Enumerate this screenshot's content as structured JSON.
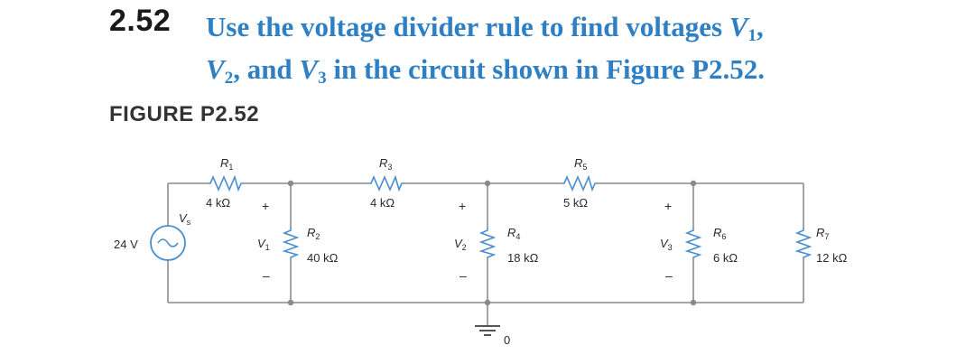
{
  "problem": {
    "number": "2.52",
    "line1_prefix": "Use the voltage divider rule to find voltages ",
    "v1_var": "V",
    "v1_sub": "1",
    "line1_suffix": ",",
    "v2_var": "V",
    "v2_sub": "2",
    "line2_mid": ", and ",
    "v3_var": "V",
    "v3_sub": "3",
    "line2_suffix": " in the circuit shown in Figure P2.52."
  },
  "figure": {
    "label": "FIGURE P2.52",
    "source": {
      "value": "24 V",
      "name": "V",
      "name_sub": "s"
    },
    "resistors": [
      {
        "name": "R",
        "sub": "1",
        "value": "4 kΩ"
      },
      {
        "name": "R",
        "sub": "2",
        "value": "40 kΩ"
      },
      {
        "name": "R",
        "sub": "3",
        "value": "4 kΩ"
      },
      {
        "name": "R",
        "sub": "4",
        "value": "18 kΩ"
      },
      {
        "name": "R",
        "sub": "5",
        "value": "5 kΩ"
      },
      {
        "name": "R",
        "sub": "6",
        "value": "6 kΩ"
      },
      {
        "name": "R",
        "sub": "7",
        "value": "12 kΩ"
      }
    ],
    "voltages": [
      {
        "name": "V",
        "sub": "1",
        "plus": "+",
        "minus": "–"
      },
      {
        "name": "V",
        "sub": "2",
        "plus": "+",
        "minus": "–"
      },
      {
        "name": "V",
        "sub": "3",
        "plus": "+",
        "minus": "–"
      }
    ],
    "ground_label": "0"
  }
}
